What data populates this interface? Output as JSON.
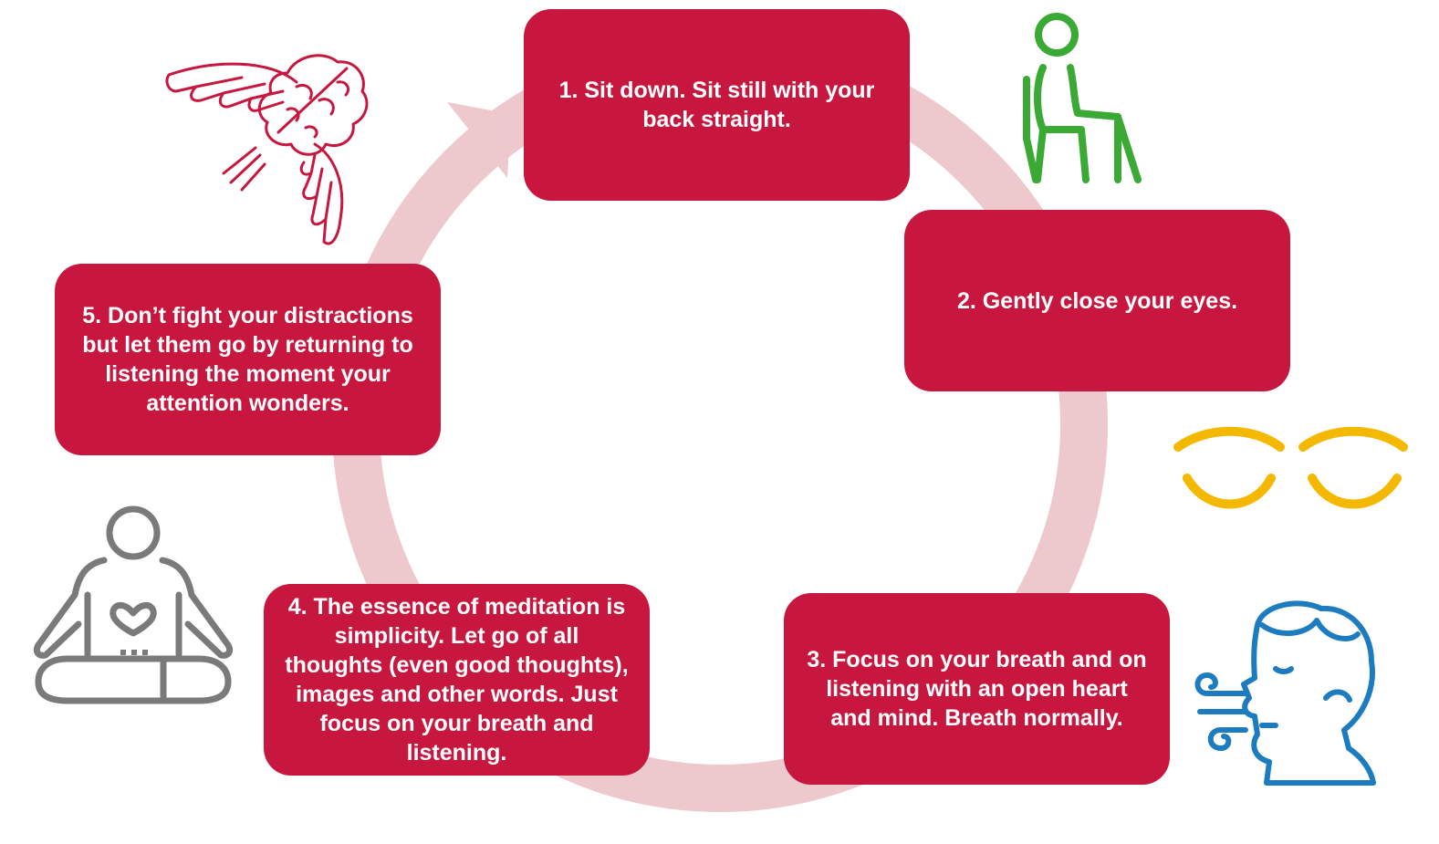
{
  "colors": {
    "box": "#c8173f",
    "ring": "#edc8cc",
    "icon_brain": "#c8173f",
    "icon_sitting": "#3aaa35",
    "icon_eyes": "#f5b800",
    "icon_breath": "#1d7cc0",
    "icon_meditate": "#7a7a7a"
  },
  "steps": [
    {
      "text": "1. Sit down. Sit still with your back straight.",
      "icon": "person-sitting-chair-icon"
    },
    {
      "text": "2. Gently close your eyes.",
      "icon": "closed-eyes-icon"
    },
    {
      "text": "3. Focus on your breath and on listening with an open heart and mind. Breath normally.",
      "icon": "breathing-face-icon"
    },
    {
      "text": "4. The essence of meditation is simplicity. Let go of all thoughts (even good thoughts), images and other words. Just focus on your breath and listening.",
      "icon": "meditating-person-heart-icon"
    },
    {
      "text": "5. Don’t fight your distractions but let them go by returning to listening the moment your attention wonders.",
      "icon": "winged-brain-icon"
    }
  ]
}
